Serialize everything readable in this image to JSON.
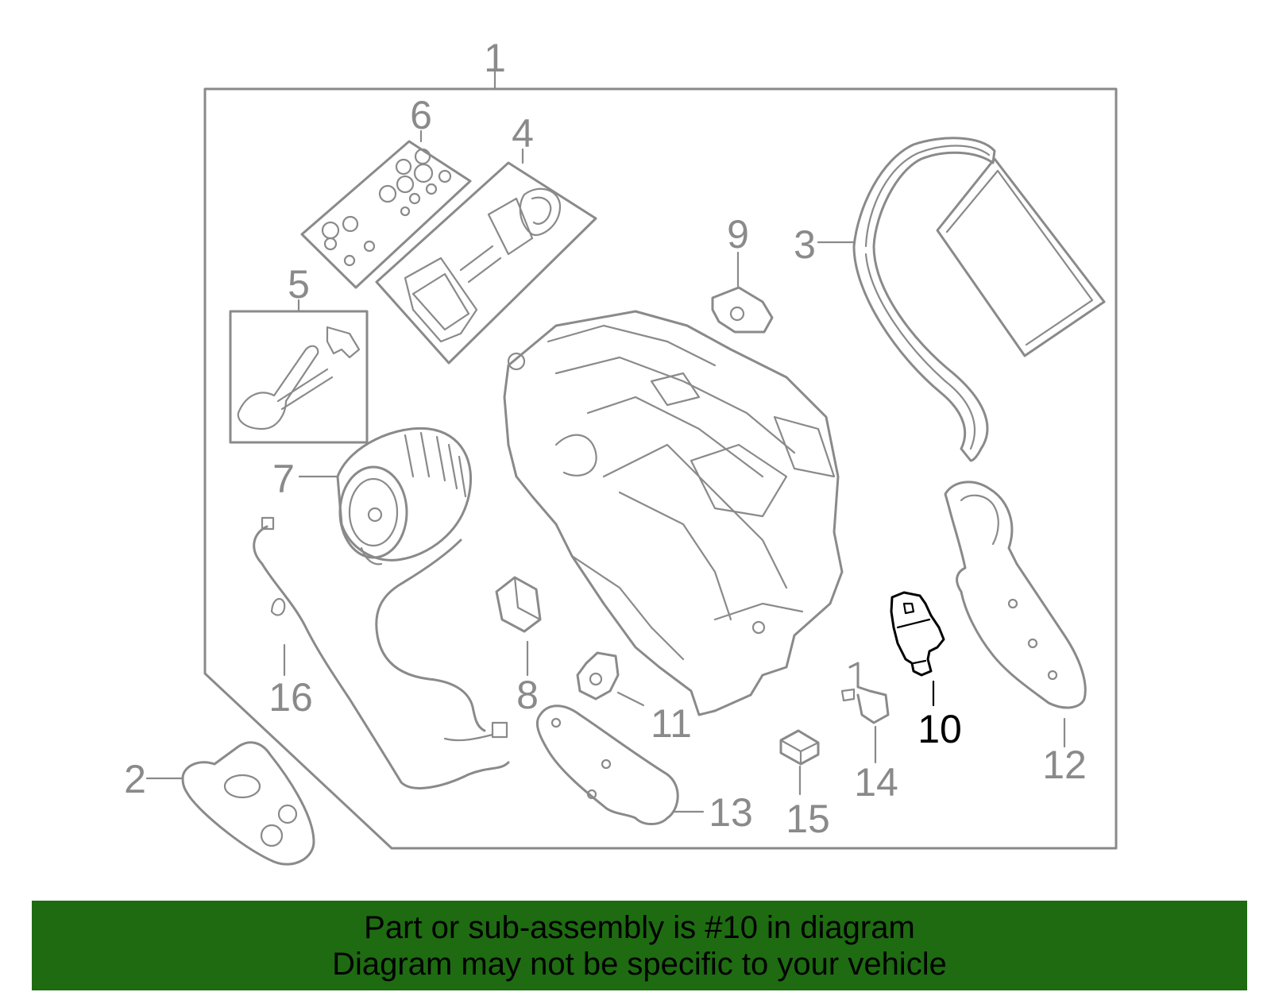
{
  "colors": {
    "line": "#8a8a8a",
    "panel_fill": "#f7f7f7",
    "highlight_part": "#1f6b1f",
    "highlight_text": "#000000",
    "banner_bg": "#1e6b12",
    "banner_text": "#000000"
  },
  "highlighted_part": "10",
  "callouts": {
    "c1": "1",
    "c2": "2",
    "c3": "3",
    "c4": "4",
    "c5": "5",
    "c6": "6",
    "c7": "7",
    "c8": "8",
    "c9": "9",
    "c10": "10",
    "c11": "11",
    "c12": "12",
    "c13": "13",
    "c14": "14",
    "c15": "15",
    "c16": "16"
  },
  "banner": {
    "line1": "Part or sub-assembly is #10 in diagram",
    "line2": "Diagram may not be specific to your vehicle"
  }
}
